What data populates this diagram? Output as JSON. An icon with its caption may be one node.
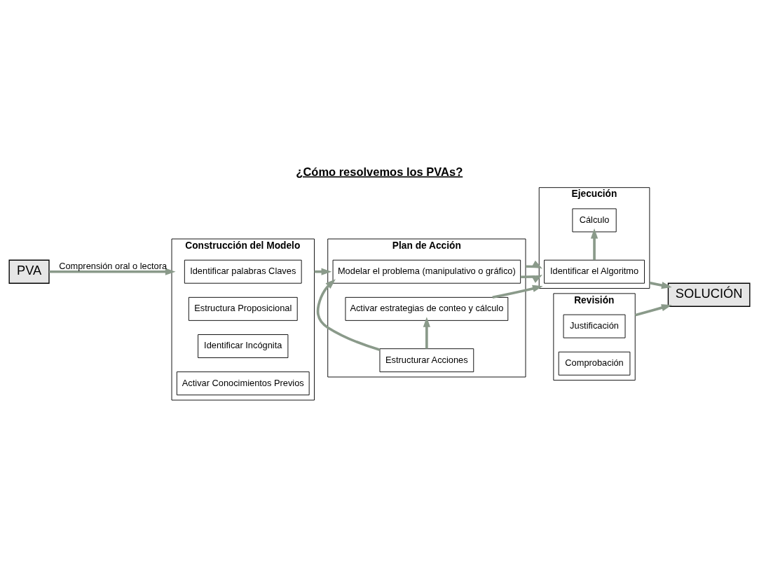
{
  "diagram": {
    "title": "¿Cómo resolvemos los PVAs?",
    "nodes": [
      {
        "text": [
          "PVA"
        ]
      },
      {
        "text": [
          "Construcción del Modelo"
        ]
      },
      {
        "text": [
          "Identificar palabras Claves"
        ],
        "in": 1
      },
      {
        "text": [
          "Estructura Proposicional"
        ],
        "in": 1
      },
      {
        "text": [
          "Identificar Incógnita"
        ],
        "in": 1
      },
      {
        "text": [
          "Activar Conocimientos Previos"
        ],
        "in": 1
      },
      {
        "text": [
          "Plan de Acción"
        ]
      },
      {
        "text": [
          "Modelar el problema (manipulativo o gráfico)"
        ],
        "in": 6
      },
      {
        "text": [
          "Estructurar Acciones"
        ],
        "in": 6
      },
      {
        "text": [
          "Activar estrategias de conteo y cálculo"
        ],
        "in": 6
      },
      {
        "text": [
          "Ejecución"
        ]
      },
      {
        "text": [
          "Identificar el Algoritmo"
        ],
        "in": 10
      },
      {
        "text": [
          "Cálculo"
        ],
        "in": 10
      },
      {
        "text": [
          "SOLUCIÓN"
        ]
      },
      {
        "text": [
          "Revisión"
        ]
      },
      {
        "text": [
          "Justificación"
        ],
        "in": 14
      },
      {
        "text": [
          "Comprobación"
        ],
        "in": 14
      }
    ],
    "edges": [
      {
        "from": 0,
        "to": 1,
        "arrow": "to",
        "label": "Comprensión oral o lectora"
      },
      {
        "from": 1,
        "to": 6,
        "arrow": "to"
      },
      {
        "from": 7,
        "to": 10,
        "arrow": "to"
      },
      {
        "from": 6,
        "to": 10,
        "arrow": "to"
      },
      {
        "from": 8,
        "to": 7,
        "arrow": "to"
      },
      {
        "from": 8,
        "to": 9,
        "arrow": "to"
      },
      {
        "from": 9,
        "to": 10,
        "arrow": "to"
      },
      {
        "from": 11,
        "to": 12,
        "arrow": "to"
      },
      {
        "from": 10,
        "to": 13,
        "arrow": "to"
      },
      {
        "from": 14,
        "to": 13,
        "arrow": "to"
      }
    ]
  }
}
